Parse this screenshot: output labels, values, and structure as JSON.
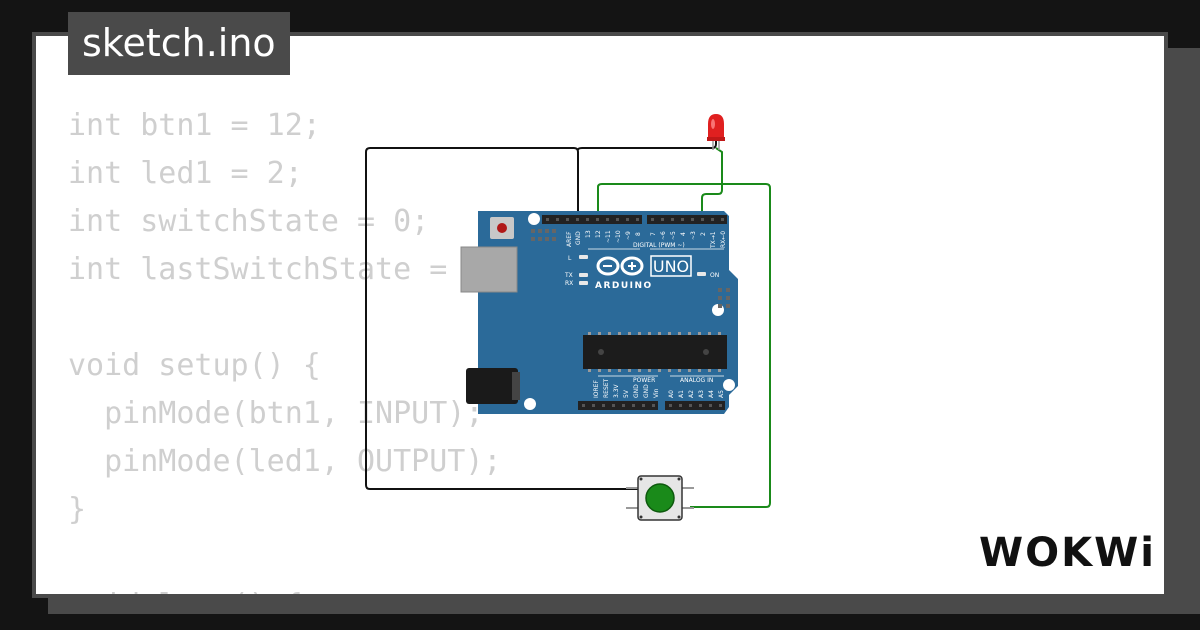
{
  "title": "sketch.ino",
  "code_lines": [
    "int btn1 = 12;",
    "int led1 = 2;",
    "int switchState = 0;",
    "int lastSwitchState = 0;",
    "",
    "void setup() {",
    "  pinMode(btn1, INPUT);",
    "  pinMode(led1, OUTPUT);",
    "}",
    "",
    "void loop() {"
  ],
  "board": {
    "model_badge": "UNO",
    "brand": "ARDUINO",
    "labels": {
      "aref": "AREF",
      "gnd": "GND",
      "p13": "13",
      "p12": "12",
      "p11": "~11",
      "p10": "~10",
      "p9": "~9",
      "p8": "8",
      "p7": "7",
      "p6": "~6",
      "p5": "~5",
      "p4": "4",
      "p3": "~3",
      "p2": "2",
      "tx1": "TX→1",
      "rx0": "RX←0",
      "digital": "DIGITAL (PWM ~)",
      "l": "L",
      "tx": "TX",
      "rx": "RX",
      "on": "ON",
      "ioref": "IOREF",
      "reset": "RESET",
      "v33": "3.3V",
      "v5": "5V",
      "gnd1": "GND",
      "gnd2": "GND",
      "vin": "Vin",
      "power": "POWER",
      "analog_in": "ANALOG IN",
      "a0": "A0",
      "a1": "A1",
      "a2": "A2",
      "a3": "A3",
      "a4": "A4",
      "a5": "A5"
    }
  },
  "logo_text": "WOKWi",
  "colors": {
    "background": "#141414",
    "frame": "#4a4a4a",
    "code_text": "#cfcfcf",
    "board": "#2b6a99",
    "wire_black": "#111111",
    "wire_green": "#1a8a1a",
    "led": "#e02020",
    "button": "#1a8a1a"
  }
}
